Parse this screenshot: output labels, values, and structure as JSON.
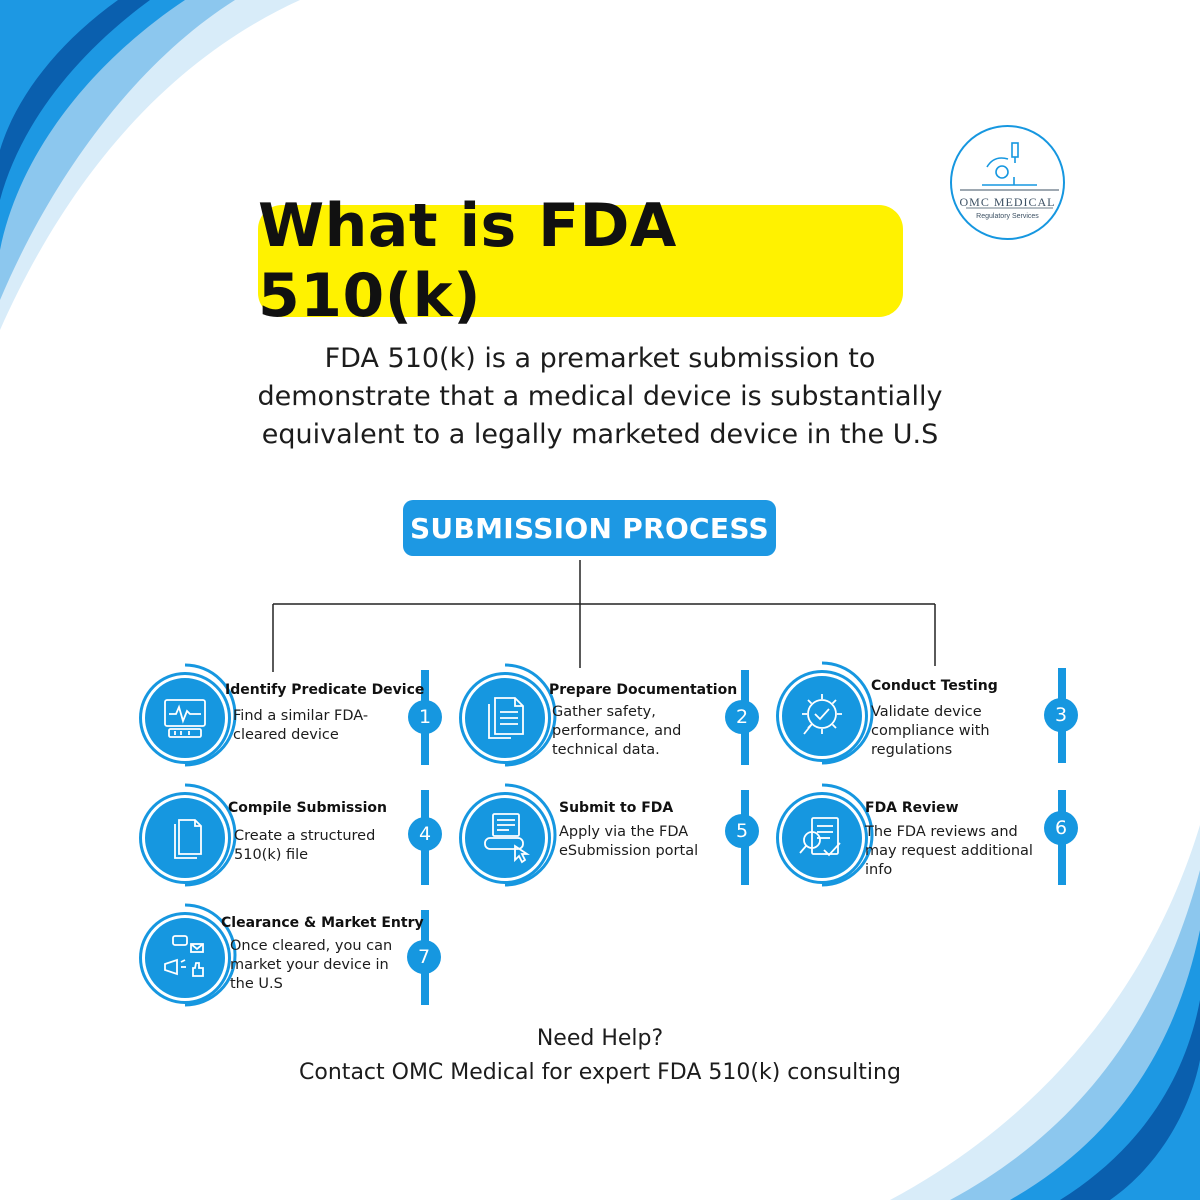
{
  "brand": {
    "name": "OMC MEDICAL",
    "subtitle": "Regulatory Services"
  },
  "heading": {
    "title": "What is FDA 510(k)",
    "intro_lines": [
      "FDA 510(k) is a premarket submission to",
      "demonstrate that a medical device is substantially",
      "equivalent to a legally marketed device in the U.S"
    ]
  },
  "process": {
    "title": "SUBMISSION PROCESS",
    "steps": [
      {
        "number": "1",
        "title": "Identify Predicate Device",
        "description": "Find a similar FDA-cleared device",
        "icon": "monitor-icon"
      },
      {
        "number": "2",
        "title": "Prepare Documentation",
        "description": "Gather safety, performance, and technical data.",
        "icon": "documents-icon"
      },
      {
        "number": "3",
        "title": "Conduct Testing",
        "description": "Validate device compliance with regulations",
        "icon": "gear-check-icon"
      },
      {
        "number": "4",
        "title": "Compile Submission",
        "description": "Create a structured 510(k) file",
        "icon": "file-icon"
      },
      {
        "number": "5",
        "title": "Submit to FDA",
        "description": "Apply via the FDA eSubmission portal",
        "icon": "submit-click-icon"
      },
      {
        "number": "6",
        "title": "FDA Review",
        "description": "The FDA reviews and may request additional info",
        "icon": "review-checklist-icon"
      },
      {
        "number": "7",
        "title": "Clearance & Market Entry",
        "description": "Once cleared, you can market your device in the U.S",
        "icon": "megaphone-icon"
      }
    ]
  },
  "footer": {
    "line1": "Need Help?",
    "line2": "Contact OMC Medical for expert FDA 510(k) consulting"
  },
  "colors": {
    "accent_blue": "#1697e0",
    "dark_blue": "#0a5fae",
    "title_yellow": "#fff200",
    "process_blue": "#1d98e3"
  }
}
